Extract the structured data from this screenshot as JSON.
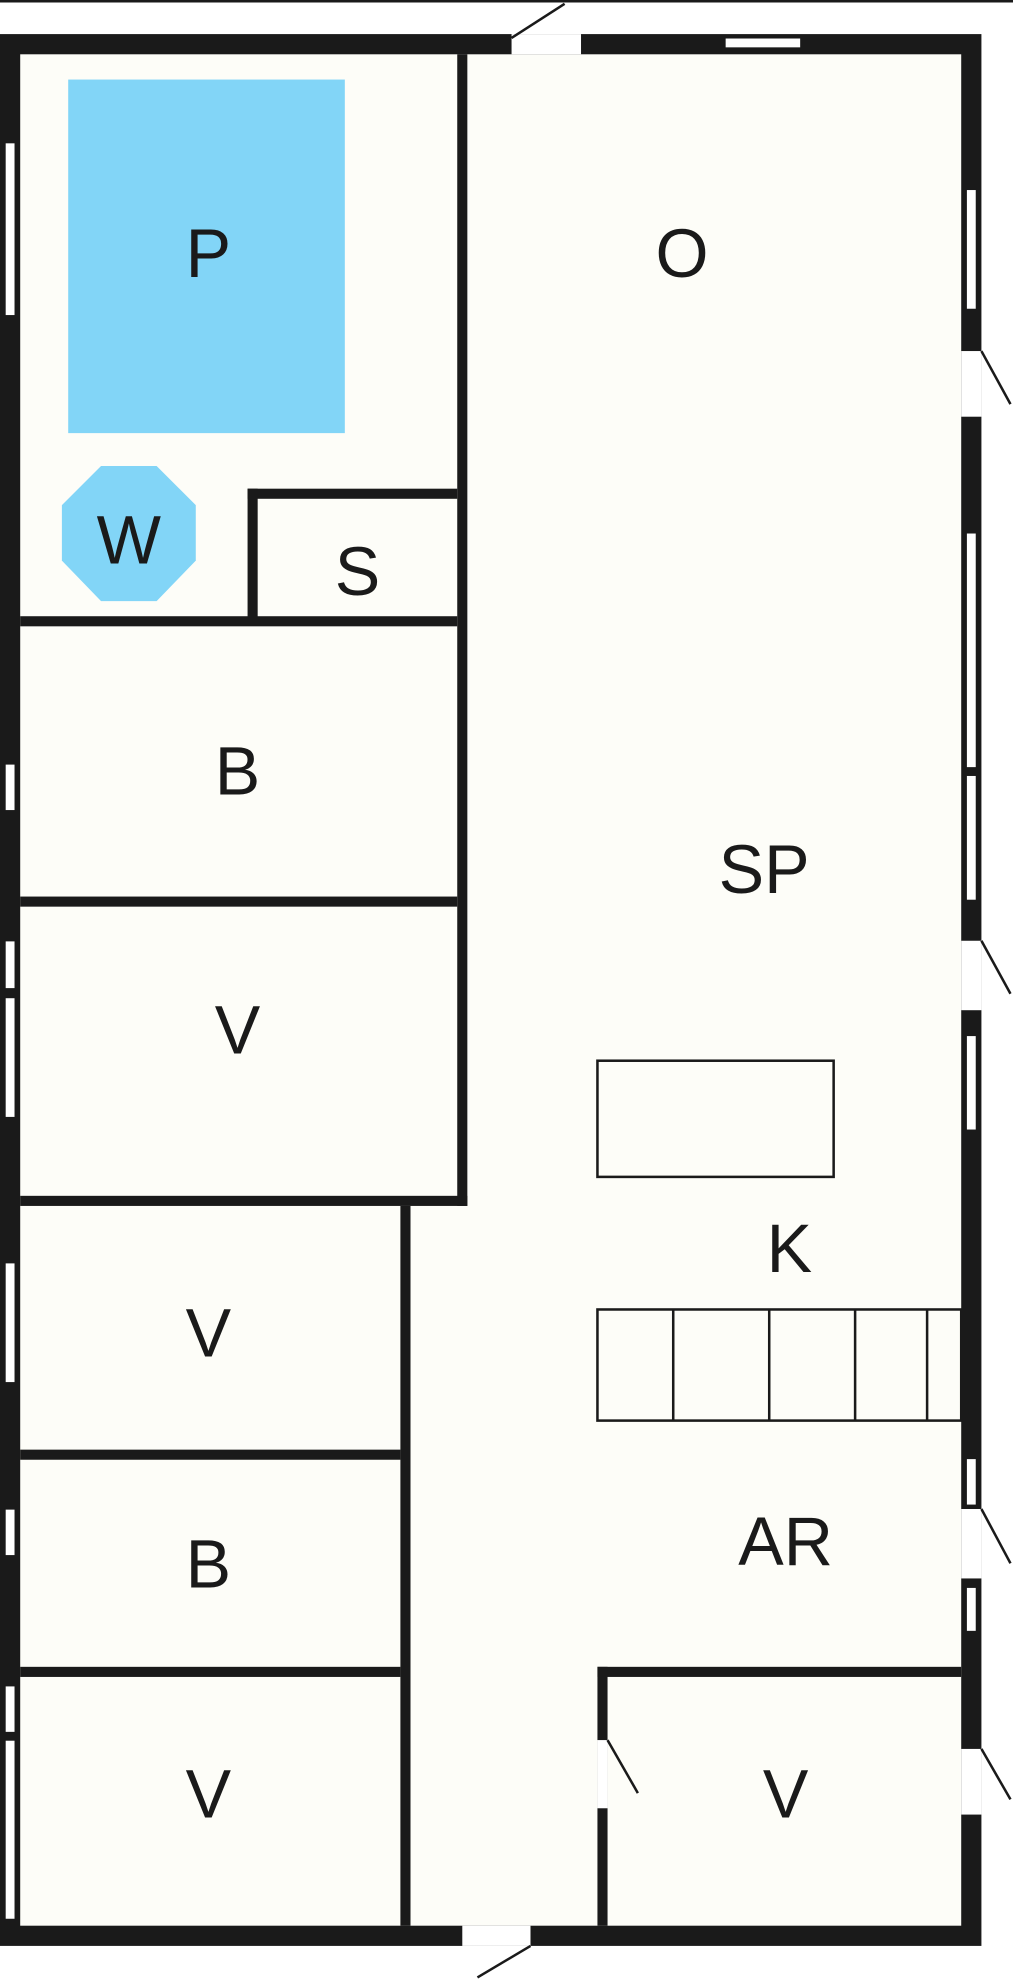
{
  "title": "Floor plan",
  "colors": {
    "pool": "#82d5f7",
    "wall": "#1a1a1a",
    "floor": "#fdfdf8"
  },
  "rooms": {
    "pool": "P",
    "open_area": "O",
    "whirlpool": "W",
    "sauna": "S",
    "bath_1": "B",
    "living": "SP",
    "bedroom_1": "V",
    "kitchen": "K",
    "bedroom_2": "V",
    "bath_2": "B",
    "utility": "AR",
    "bedroom_3": "V",
    "bedroom_4": "V"
  }
}
